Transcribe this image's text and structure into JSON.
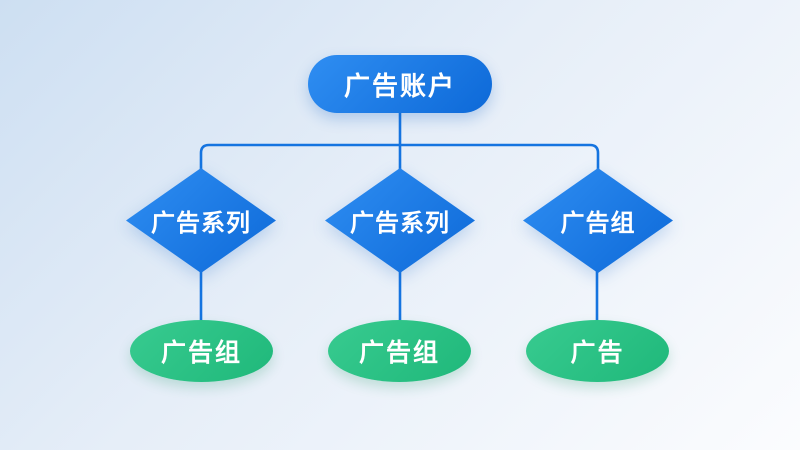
{
  "diagram": {
    "title": "ad-account-hierarchy",
    "root": {
      "label": "广告账户"
    },
    "level2": [
      {
        "label": "广告系列"
      },
      {
        "label": "广告系列"
      },
      {
        "label": "广告组"
      }
    ],
    "level3": [
      {
        "label": "广告组"
      },
      {
        "label": "广告组"
      },
      {
        "label": "广告"
      }
    ],
    "edges": [
      [
        "root",
        "level2.0"
      ],
      [
        "root",
        "level2.1"
      ],
      [
        "root",
        "level2.2"
      ],
      [
        "level2.0",
        "level3.0"
      ],
      [
        "level2.1",
        "level3.1"
      ],
      [
        "level2.2",
        "level3.2"
      ]
    ]
  },
  "colors": {
    "node_blue_light": "#2f8ef2",
    "node_blue_dark": "#0d69d8",
    "node_green_light": "#38cb90",
    "node_green_dark": "#1fb87a",
    "connector_color": "#1574e0",
    "bg_top": "#cddff2",
    "bg_bottom": "#fbfcfe"
  }
}
